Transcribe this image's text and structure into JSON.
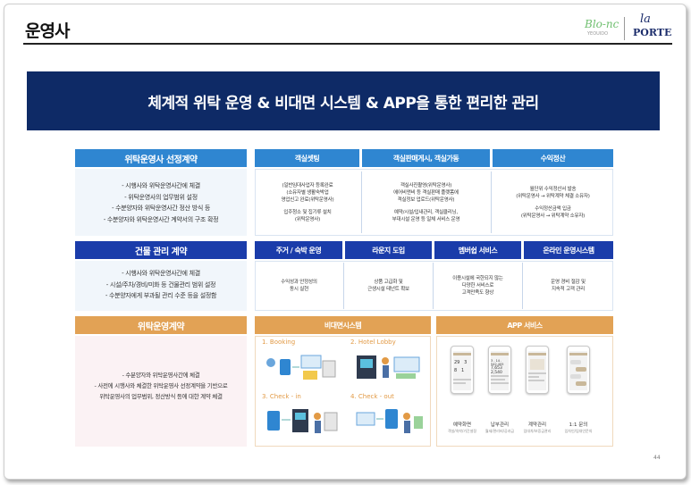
{
  "header": {
    "title": "운영사",
    "logo_blanc": "Blo-nc",
    "logo_blanc_sub": "YEOUIDO",
    "logo_porte_top": "la",
    "logo_porte": "PORTE"
  },
  "banner": "체계적 위탁 운영 &  비대면 시스템 & APP을 통한 편리한 관리",
  "section1": {
    "left_header": "위탁운영사 선정계약",
    "left_items": [
      "- 시행사와 위탁운영사간에 체결",
      "- 위탁운영사의 업무범위 설정",
      "- 수분양자와 위탁운영사간 정산 방식 등",
      "- 수분양자와 위탁운영사간 계약서의 구조 확정"
    ],
    "cols": [
      {
        "header": "객실셋팅",
        "lines": [
          "(일반임대사업자 등록완료",
          "(소유자별 생활숙박업",
          "영업신고 완료(위탁운영사)",
          "",
          "입주청소 및 집기류 설치",
          "(위탁운영사)"
        ]
      },
      {
        "header": "객실판매게시, 객실가동",
        "lines": [
          "객실사진촬영(위탁운영사)",
          "에어비앤비 등 객실판매 플랫폼에",
          "객실정보 업로드(위탁운영사)",
          "",
          "예약/시설/입내관리, 객실클리닝,",
          "부대시설 운영 등 일체 서비스 운영"
        ]
      },
      {
        "header": "수익정산",
        "lines": [
          "월단위 수익정산서 발송",
          "(위탁운영사 → 위탁계약 체결 소유자)",
          "",
          "수익정산금액 입금",
          "(위탁운영사 → 위탁계약 소유자)"
        ]
      }
    ]
  },
  "section2": {
    "left_header": "건물 관리 계약",
    "left_items": [
      "- 시행사와 위탁운영사간에 체결",
      "- 시설/주차/경비/미화 등 건물관리 범위 설정",
      "- 수분양자에게 부과될 관리 수준 등을 설정함"
    ],
    "cols": [
      {
        "header": "주거 / 숙박 운영",
        "lines": [
          "수익성과 안정성의",
          "동시 실현"
        ]
      },
      {
        "header": "라운지 도입",
        "lines": [
          "상품 고급화 및",
          "근생시설 테넌트 확보"
        ]
      },
      {
        "header": "멤버쉽 서비스",
        "lines": [
          "이용시설에 국한되지 않는",
          "다양한 서비스로",
          "고객만족도 향상"
        ]
      },
      {
        "header": "온라인 운영시스템",
        "lines": [
          "운영 경비 절감 및",
          "지속적 고객 관리"
        ]
      }
    ]
  },
  "section3": {
    "left_header": "위탁운영계약",
    "left_items": [
      "- 수분양자와 위탁운영사간에 체결",
      "- 사전에 시행사와 체결한 위탁운영사 선정계약을 기반으로",
      "위탁운영사의 업무범위, 정산방식 등에 대한 계약 체결"
    ],
    "system_header": "비대면시스템",
    "system_steps": [
      "1. Booking",
      "2. Hotel Lobby",
      "3. Check - in",
      "4. Check - out"
    ],
    "app_header": "APP 서비스",
    "apps": [
      {
        "title": "예약화면",
        "sub": "객실/숙박/기간설정"
      },
      {
        "title": "납부관리",
        "sub": "월세/관리비/공과금"
      },
      {
        "title": "계약관리",
        "sub": "임대차/보증금관리"
      },
      {
        "title": "1:1 문의",
        "sub": "임차인/임대인문의"
      }
    ],
    "phone_numbers": [
      "29",
      "3",
      "8",
      "1",
      "7,653",
      "2,540",
      "3 . 14 . 542,405"
    ]
  },
  "page_number": "44",
  "colors": {
    "banner": "#0e2a66",
    "light_blue_header": "#2f86d1",
    "dark_blue_header": "#1a3caa",
    "orange_header": "#e2a255",
    "light_blue_bg": "#f1f6fb",
    "pink_bg": "#fbf2f4"
  }
}
